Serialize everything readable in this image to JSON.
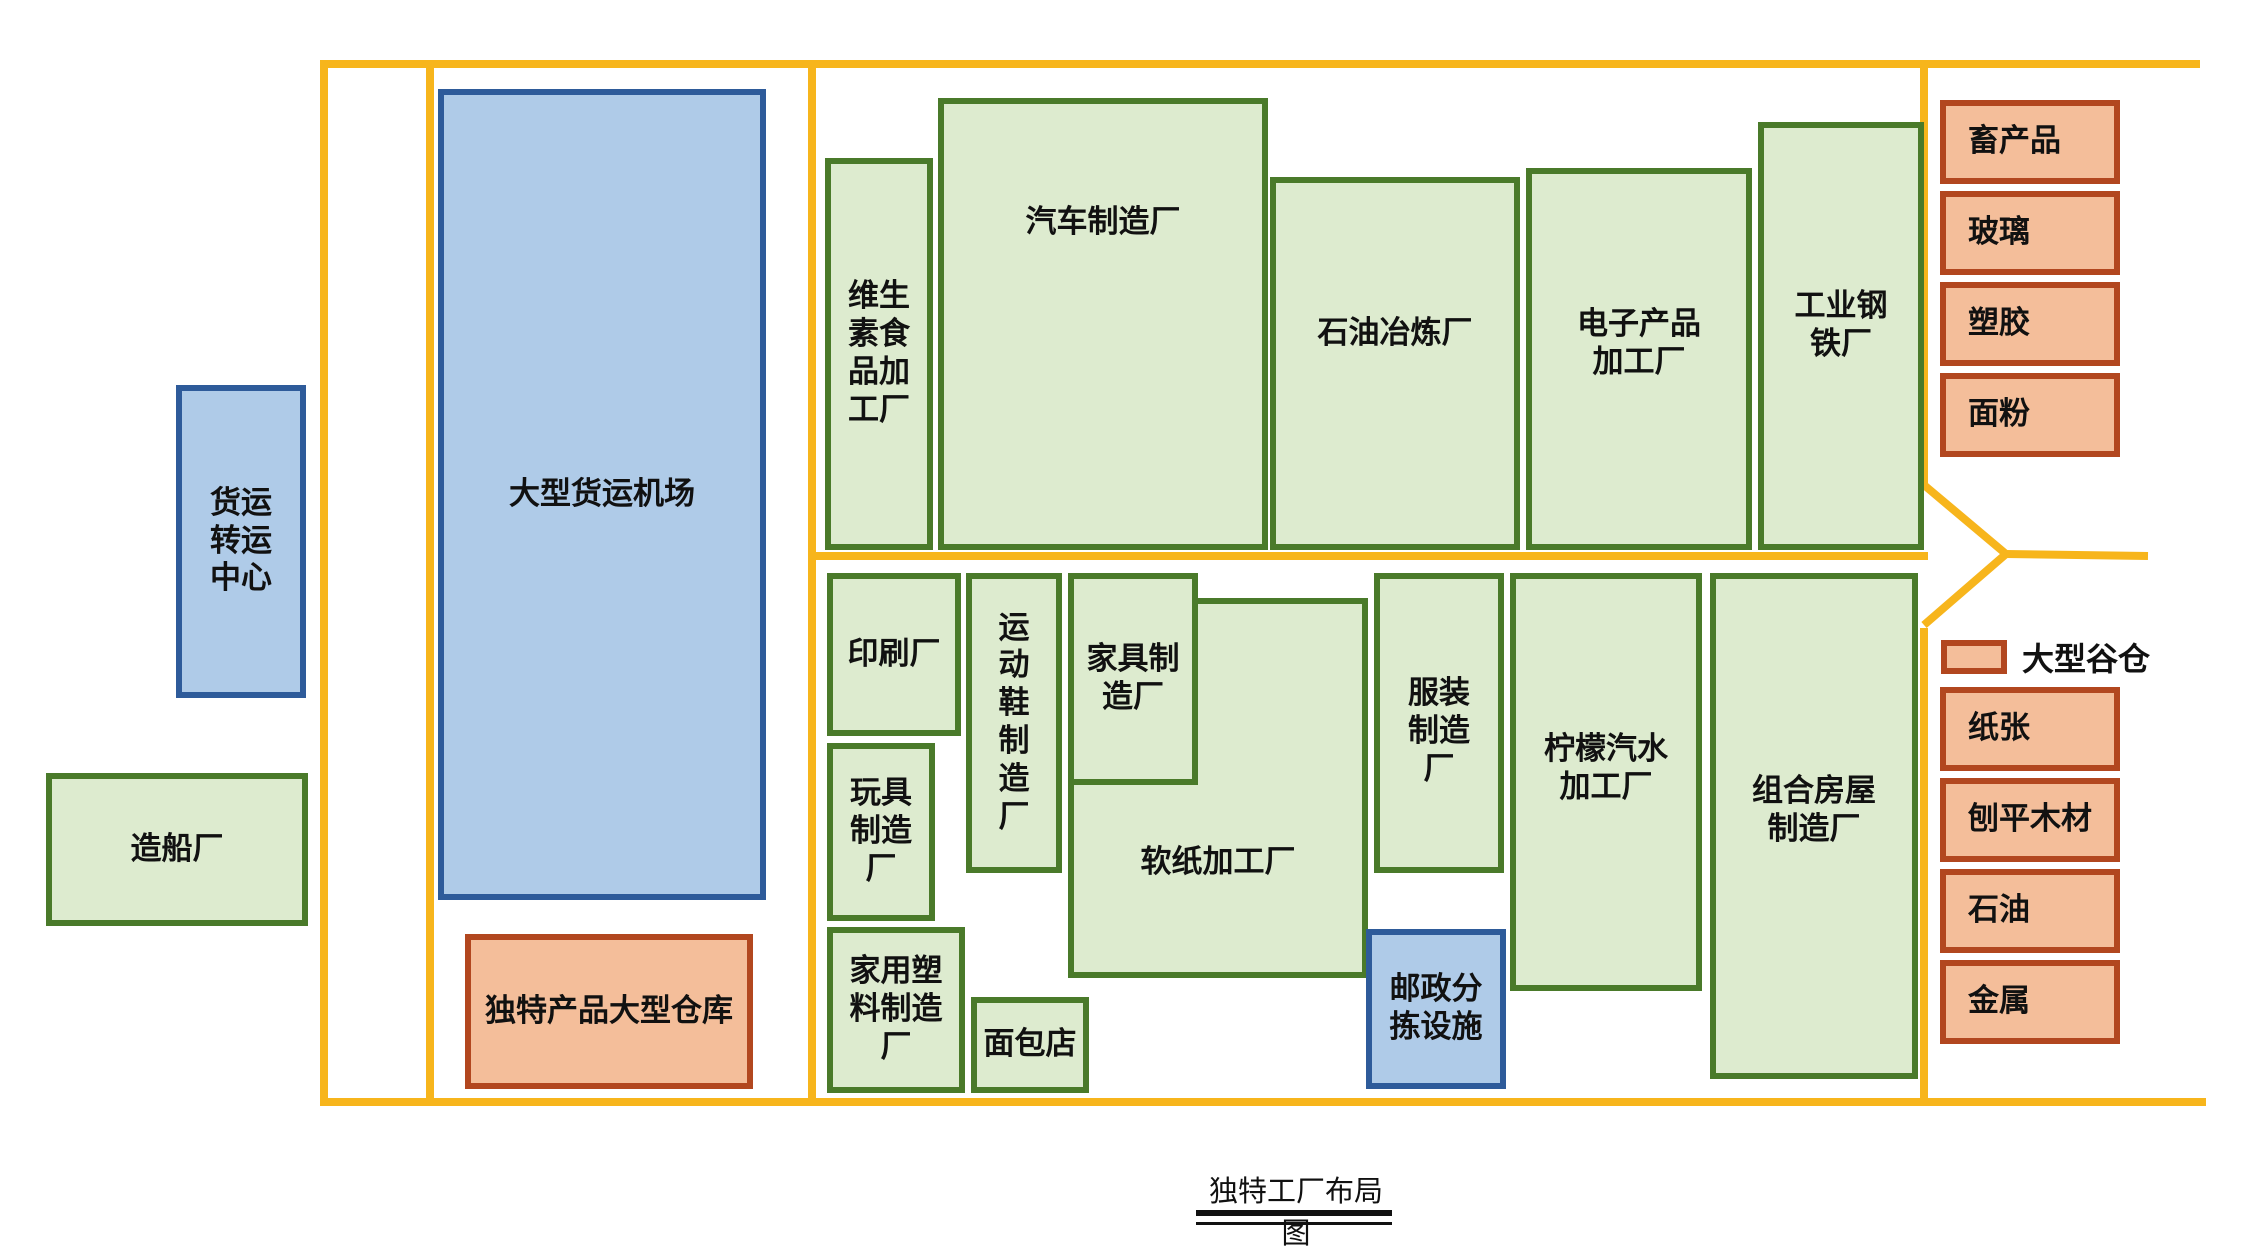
{
  "title": "独特工厂布局图",
  "legend": {
    "label": "大型谷仓"
  },
  "colors": {
    "road": "#F7B51C",
    "factory_fill": "#DDEBCF",
    "factory_border": "#4A7A2A",
    "facility_fill": "#AFCBE8",
    "facility_border": "#2E5B9A",
    "storage_fill": "#F4BE9A",
    "storage_border": "#B2471F"
  },
  "outside": {
    "freight_transfer_center": "货运转运中心",
    "shipyard": "造船厂"
  },
  "airport_zone": {
    "cargo_airport": "大型货运机场",
    "unique_products_warehouse": "独特产品大型仓库"
  },
  "upper_zone": {
    "vitamin_food": "维生素食品加工厂",
    "auto": "汽车制造厂",
    "oil_refinery": "石油冶炼厂",
    "electronics": "电子产品加工厂",
    "steel": "工业钢铁厂"
  },
  "lower_zone": {
    "printing": "印刷厂",
    "sports_shoes": "运动鞋制造厂",
    "furniture": "家具制造厂",
    "toys": "玩具制造厂",
    "soft_paper": "软纸加工厂",
    "apparel": "服装制造厂",
    "lemon_soda": "柠檬汽水加工厂",
    "modular_housing": "组合房屋制造厂",
    "household_plastics": "家用塑料制造厂",
    "bakery": "面包店",
    "postal_sorting": "邮政分拣设施"
  },
  "silos": {
    "livestock": "畜产品",
    "glass": "玻璃",
    "plastic": "塑胶",
    "flour": "面粉",
    "paper": "纸张",
    "planed_lumber": "刨平木材",
    "oil": "石油",
    "metal": "金属"
  }
}
